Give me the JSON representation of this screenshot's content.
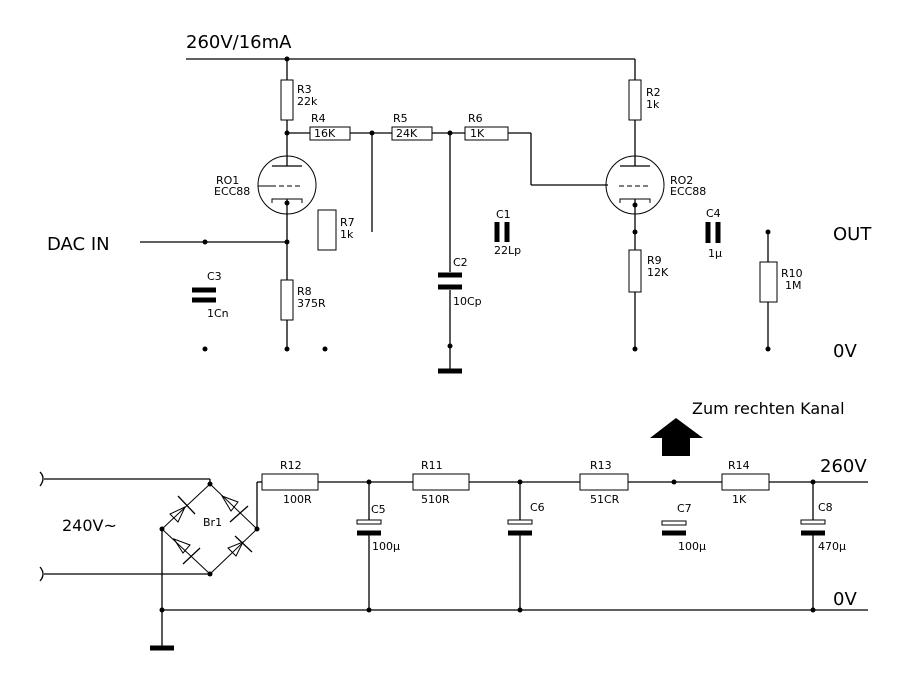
{
  "supply_label": "260V/16mA",
  "dac_in_label": "DAC  IN",
  "out_label": "OUT",
  "zero_v_top": "0V",
  "zero_v_bottom": "0V",
  "plus_260v": "260V",
  "mains_label": "240V~",
  "arrow_caption": "Zum rechten Kanal",
  "components": {
    "R3": {
      "name": "R3",
      "value": "22k"
    },
    "R4": {
      "name": "R4",
      "value": "16K"
    },
    "R5": {
      "name": "R5",
      "value": "24K"
    },
    "R6": {
      "name": "R6",
      "value": "1K"
    },
    "R2": {
      "name": "R2",
      "value": "1k"
    },
    "RO1": {
      "name": "RO1",
      "value": "ECC88"
    },
    "RO2": {
      "name": "RO2",
      "value": "ECC88"
    },
    "R7": {
      "name": "R7",
      "value": "1k"
    },
    "C1": {
      "name": "C1",
      "value": "22Lp"
    },
    "C2": {
      "name": "C2",
      "value": "10Cp"
    },
    "C3": {
      "name": "C3",
      "value": "1Cn"
    },
    "C4": {
      "name": "C4",
      "value": "1µ"
    },
    "R8": {
      "name": "R8",
      "value": "375R"
    },
    "R9": {
      "name": "R9",
      "value": "12K"
    },
    "R10": {
      "name": "R10",
      "value": "1M"
    },
    "R12": {
      "name": "R12",
      "value": "100R"
    },
    "R11": {
      "name": "R11",
      "value": "510R"
    },
    "R13": {
      "name": "R13",
      "value": "51CR"
    },
    "R14": {
      "name": "R14",
      "value": "1K"
    },
    "C5": {
      "name": "C5",
      "value": "100µ"
    },
    "C6": {
      "name": "C6",
      "value": ""
    },
    "C7": {
      "name": "C7",
      "value": "100µ"
    },
    "C8": {
      "name": "C8",
      "value": "470µ"
    },
    "Br1": {
      "name": "Br1"
    }
  }
}
